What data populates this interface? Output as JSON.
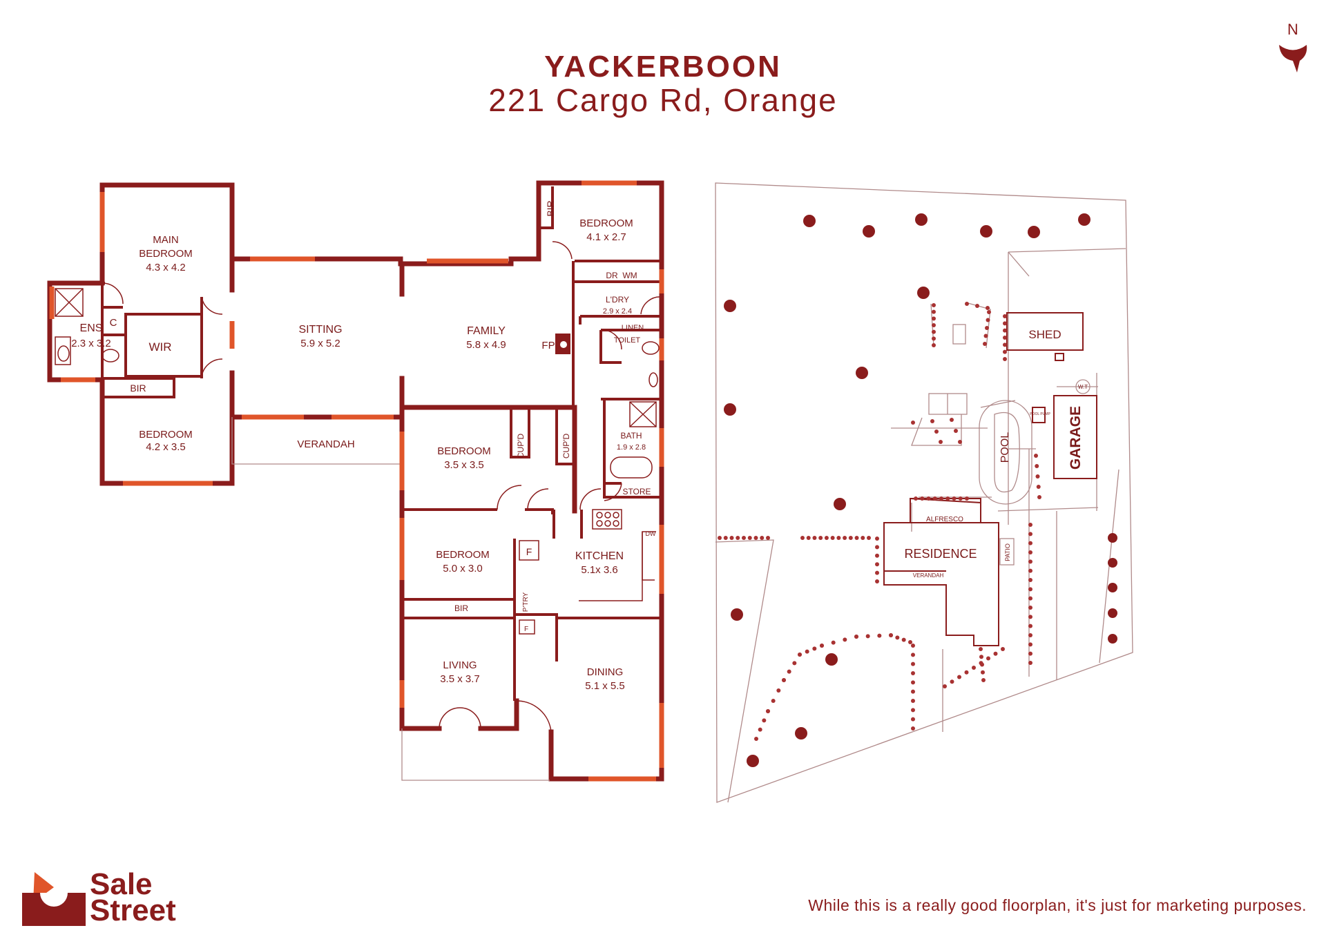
{
  "header": {
    "property_name": "YACKERBOON",
    "address": "221 Cargo Rd, Orange"
  },
  "compass": {
    "label": "N"
  },
  "colors": {
    "wall": "#8a1c1c",
    "window": "#e0552a",
    "thin_line": "#b08080",
    "text": "#7a1a1a"
  },
  "floorplan": {
    "rooms": {
      "main_bedroom": {
        "name": "MAIN\nBEDROOM",
        "size": "4.3 x 4.2"
      },
      "ensuite": {
        "name": "ENS",
        "size": "2.3 x 3.2"
      },
      "c": "C",
      "wir": "WIR",
      "bir_west": "BIR",
      "bedroom_sw": {
        "name": "BEDROOM",
        "size": "4.2 x 3.5"
      },
      "sitting": {
        "name": "SITTING",
        "size": "5.9 x 5.2"
      },
      "verandah": "VERANDAH",
      "family": {
        "name": "FAMILY",
        "size": "5.8 x 4.9"
      },
      "fp": "FP",
      "bir_north": "BIR",
      "bedroom_n": {
        "name": "BEDROOM",
        "size": "4.1 x 2.7"
      },
      "dr": "DR",
      "wm": "WM",
      "laundry": {
        "name": "L'DRY",
        "size": "2.9 x 2.4"
      },
      "linen": "LINEN",
      "toilet": "TOILET",
      "bath": {
        "name": "BATH",
        "size": "1.9 x 2.8"
      },
      "store": "STORE",
      "cupd_1": "CUP'D",
      "cupd_2": "CUP'D",
      "bedroom_c": {
        "name": "BEDROOM",
        "size": "3.5 x 3.5"
      },
      "bedroom_s": {
        "name": "BEDROOM",
        "size": "5.0 x 3.0"
      },
      "bir_south": "BIR",
      "kitchen": {
        "name": "KITCHEN",
        "size": "5.1x 3.6"
      },
      "f_1": "F",
      "f_2": "F",
      "pantry": "P'TRY",
      "dw": "DW",
      "living": {
        "name": "LIVING",
        "size": "3.5 x 3.7"
      },
      "dining": {
        "name": "DINING",
        "size": "5.1 x 5.5"
      }
    }
  },
  "siteplan": {
    "shed": "SHED",
    "garage": "GARAGE",
    "pool": "POOL",
    "wt": "W.T",
    "pool_equip": "POOL PUMP",
    "alfresco": "ALFRESCO",
    "residence": "RESIDENCE",
    "verandah": "VERANDAH",
    "patio": "PATIO"
  },
  "footer": {
    "logo_line1": "Sale",
    "logo_line2": "Street",
    "disclaimer": "While this is a really good floorplan, it's just for marketing purposes."
  }
}
